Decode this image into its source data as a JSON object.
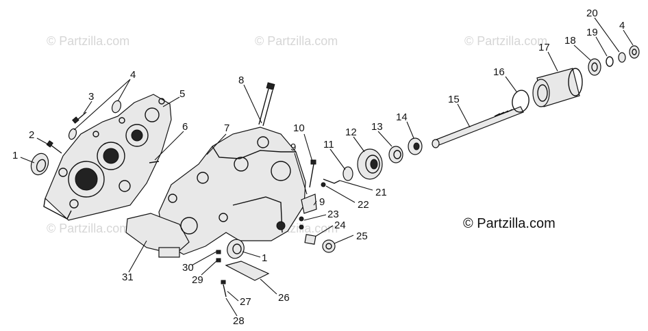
{
  "watermarks": [
    "© Partzilla.com",
    "© Partzilla.com",
    "© Partzilla.com",
    "© Partzilla.com",
    "© Partzilla.com"
  ],
  "copyright": "© Partzilla.com",
  "callouts": [
    "1",
    "2",
    "3",
    "4",
    "5",
    "6",
    "7",
    "8",
    "9",
    "10",
    "11",
    "12",
    "13",
    "14",
    "15",
    "16",
    "17",
    "18",
    "19",
    "20",
    "4",
    "21",
    "22",
    "9",
    "23",
    "24",
    "25",
    "1",
    "26",
    "27",
    "28",
    "29",
    "30",
    "31"
  ]
}
